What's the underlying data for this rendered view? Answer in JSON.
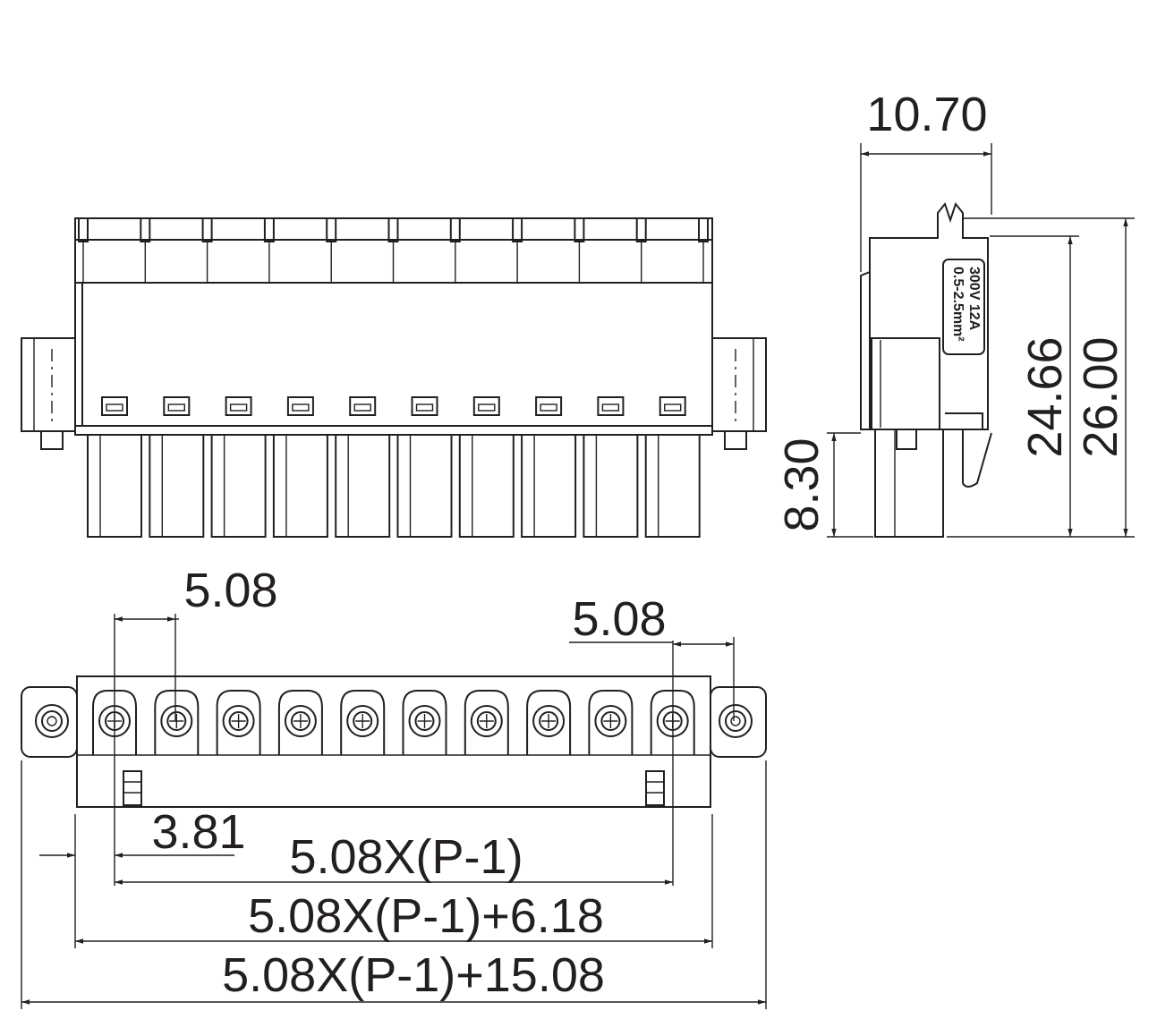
{
  "dimensions": {
    "side_width": "10.70",
    "side_height_inner": "24.66",
    "side_height_total": "26.00",
    "pin_length": "8.30",
    "pitch_left": "5.08",
    "pitch_right": "5.08",
    "edge_offset": "3.81",
    "span_pitch": "5.08X(P-1)",
    "span_body": "5.08X(P-1)+6.18",
    "span_total": "5.08X(P-1)+15.08"
  },
  "rating_label": {
    "line1": "300V 12A",
    "line2": "0.5-2.5mm²"
  },
  "pin_count_drawn": 10,
  "colors": {
    "ink": "#231f20",
    "background": "#ffffff"
  }
}
